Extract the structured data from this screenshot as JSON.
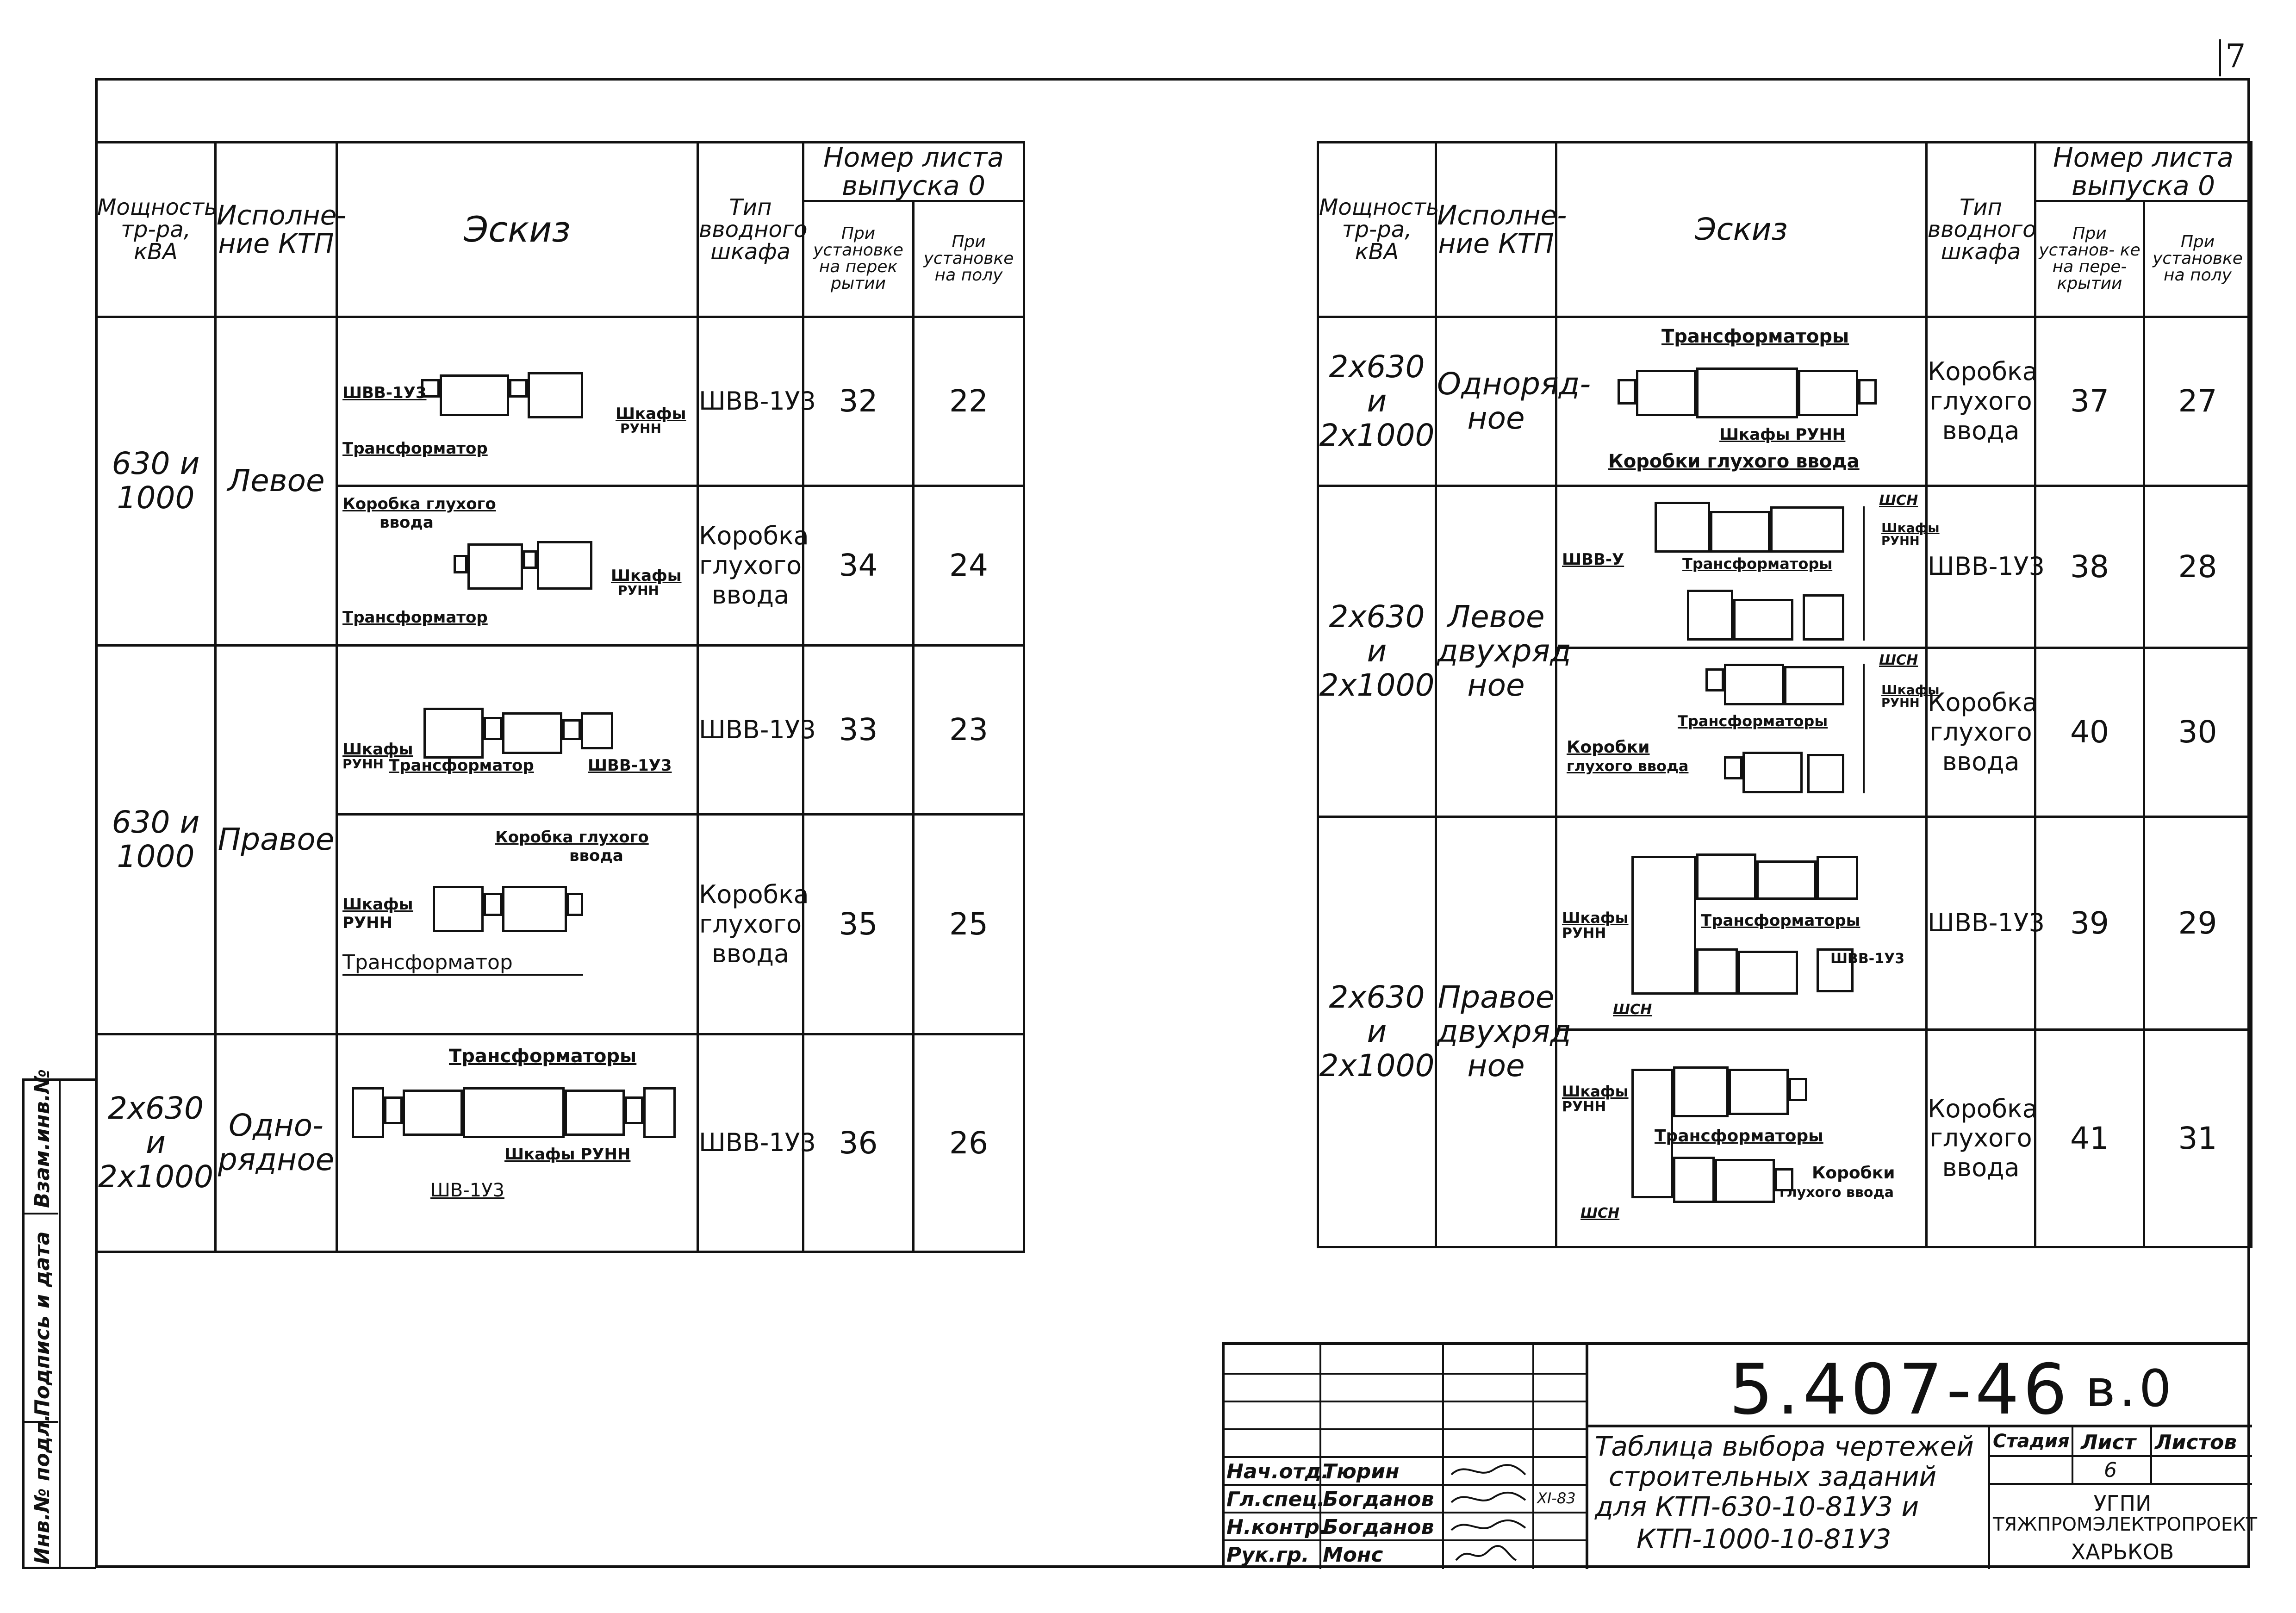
{
  "page_number": "7",
  "side_stamp": {
    "inv_podl": "Инв.№ подл.",
    "podpis": "Подпись и дата",
    "vzam": "Взам.инв.№"
  },
  "left_table": {
    "headers": {
      "power": "Мощность тр-ра, кВА",
      "execution": "Исполне- ние КТП",
      "sketch": "Эскиз",
      "type": "Тип вводного шкафа",
      "sheet_no": "Номер листа выпуска 0",
      "on_floor_slab": "При установке на перек рытии",
      "on_floor": "При установке на полу"
    },
    "groups": [
      {
        "power": "630 и 1000",
        "execution": "Левое",
        "rows": [
          {
            "type": "ШВВ-1У3",
            "slab": "32",
            "floor": "22",
            "labels": {
              "a": "ШВВ-1У3",
              "b": "Шкафы",
              "c": "РУНН",
              "d": "Трансформатор"
            }
          },
          {
            "type": "Коробка глухого ввода",
            "slab": "34",
            "floor": "24",
            "labels": {
              "a": "Коробка глухого",
              "a2": "ввода",
              "b": "Шкафы",
              "c": "РУНН",
              "d": "Трансформатор"
            }
          }
        ]
      },
      {
        "power": "630 и 1000",
        "execution": "Правое",
        "rows": [
          {
            "type": "ШВВ-1У3",
            "slab": "33",
            "floor": "23",
            "labels": {
              "a": "Шкафы",
              "b": "РУНН",
              "c": "Трансформатор",
              "d": "ШВВ-1У3"
            }
          },
          {
            "type": "Коробка глухого ввода",
            "slab": "35",
            "floor": "25",
            "labels": {
              "a": "Коробка глухого",
              "a2": "ввода",
              "b": "Шкафы",
              "c": "РУНН",
              "d": "Трансформатор"
            }
          }
        ]
      },
      {
        "power": "2х630 и 2х1000",
        "execution": "Одно- рядное",
        "rows": [
          {
            "type": "ШВВ-1У3",
            "slab": "36",
            "floor": "26",
            "labels": {
              "a": "Трансформаторы",
              "b": "Шкафы РУНН",
              "c": "ШВ-1У3"
            }
          }
        ]
      }
    ]
  },
  "right_table": {
    "headers": {
      "power": "Мощность тр-ра, кВА",
      "execution": "Исполне- ние КТП",
      "sketch": "Эскиз",
      "type": "Тип вводного шкафа",
      "sheet_no": "Номер листа выпуска 0",
      "on_floor_slab": "При установ- ке на пере- крытии",
      "on_floor": "При установке на полу"
    },
    "groups": [
      {
        "power": "2х630 и 2х1000",
        "execution": "Однoряд- ное",
        "rows": [
          {
            "type": "Коробка глухого ввода",
            "slab": "37",
            "floor": "27",
            "labels": {
              "a": "Трансформаторы",
              "b": "Шкафы РУНН",
              "c": "Коробки глухого ввода"
            }
          }
        ]
      },
      {
        "power": "2х630 и 2х1000",
        "execution": "Левое двухряд ное",
        "rows": [
          {
            "type": "ШВВ-1У3",
            "slab": "38",
            "floor": "28",
            "labels": {
              "a": "ШСН",
              "b": "Шкафы",
              "c": "РУНН",
              "d": "ШВВ-У",
              "e": "Трансформаторы"
            }
          },
          {
            "type": "Коробка глухого ввода",
            "slab": "40",
            "floor": "30",
            "labels": {
              "a": "ШСН",
              "b": "Шкафы",
              "c": "РУНН",
              "d": "Трансформаторы",
              "e": "Коробки",
              "f": "глухого ввода"
            }
          }
        ]
      },
      {
        "power": "2х630 и 2х1000",
        "execution": "Правое двухряд ное",
        "rows": [
          {
            "type": "ШВВ-1У3",
            "slab": "39",
            "floor": "29",
            "labels": {
              "a": "Шкафы",
              "b": "РУНН",
              "c": "Трансформаторы",
              "d": "ШВВ-1У3",
              "e": "ШСН"
            }
          },
          {
            "type": "Коробка глухого ввода",
            "slab": "41",
            "floor": "31",
            "labels": {
              "a": "Шкафы",
              "b": "РУНН",
              "c": "Трансформаторы",
              "d": "Коробки",
              "e": "глухого ввода",
              "f": "ШСН"
            }
          }
        ]
      }
    ]
  },
  "title_block": {
    "code": "5.407-46",
    "issue": "в.0",
    "title_lines": [
      "Таблица выбора чертежей",
      "строительных заданий",
      "для КТП-630-10-81У3 и",
      "КТП-1000-10-81У3"
    ],
    "stage_label": "Стадия",
    "sheet_label": "Лист",
    "sheets_label": "Листов",
    "sheet_value": "6",
    "org": [
      "УГПИ",
      "ТЯЖПРОМЭЛЕКТРОПРОЕКТ",
      "ХАРЬКОВ"
    ],
    "date": "XI-83",
    "people": [
      {
        "role": "Нач.отд.",
        "name": "Тюрин"
      },
      {
        "role": "Гл.спец.",
        "name": "Богданов"
      },
      {
        "role": "Н.контр.",
        "name": "Богданов"
      },
      {
        "role": "Рук.гр.",
        "name": "Монс"
      }
    ]
  }
}
